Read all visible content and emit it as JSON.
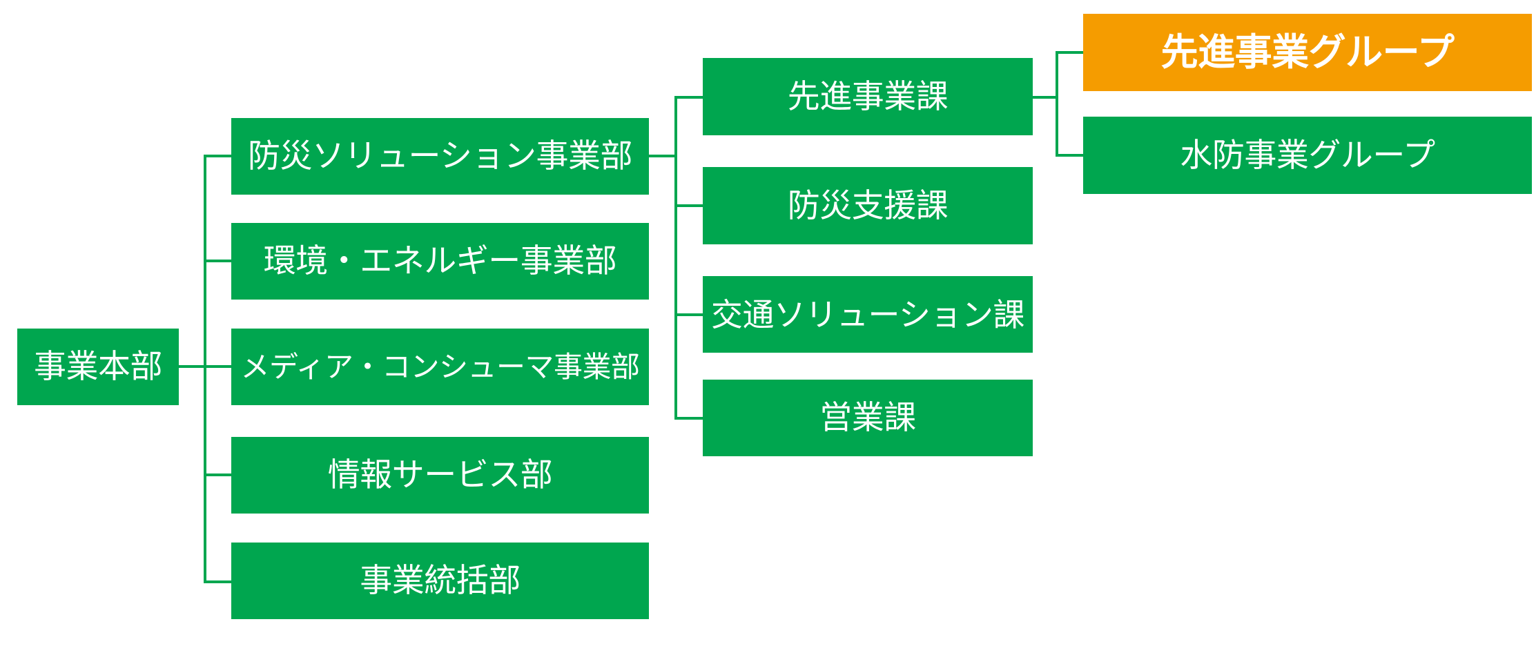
{
  "colors": {
    "box": "#00a64f",
    "highlight": "#f59c00",
    "connector": "#00a64f",
    "text": "#ffffff"
  },
  "root": {
    "label": "事業本部"
  },
  "departments": [
    {
      "label": "防災ソリューション事業部"
    },
    {
      "label": "環境・エネルギー事業部"
    },
    {
      "label": "メディア・コンシューマ事業部"
    },
    {
      "label": "情報サービス部"
    },
    {
      "label": "事業統括部"
    }
  ],
  "sections": [
    {
      "label": "先進事業課"
    },
    {
      "label": "防災支援課"
    },
    {
      "label": "交通ソリューション課"
    },
    {
      "label": "営業課"
    }
  ],
  "groups": [
    {
      "label": "先進事業グループ",
      "highlighted": true
    },
    {
      "label": "水防事業グループ",
      "highlighted": false
    }
  ]
}
